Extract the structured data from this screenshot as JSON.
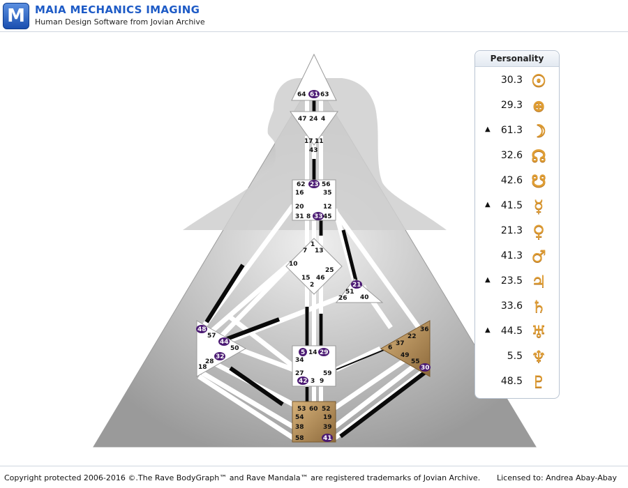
{
  "app": {
    "title": "MAIA MECHANICS IMAGING",
    "subtitle": "Human Design Software from Jovian Archive",
    "logo_letter": "M"
  },
  "panel": {
    "title": "Personality",
    "rows": [
      {
        "marker": "",
        "value": "30.3",
        "planet": "sun-icon",
        "glyph": "☉"
      },
      {
        "marker": "",
        "value": "29.3",
        "planet": "earth-icon",
        "glyph": "⊕"
      },
      {
        "marker": "▲",
        "value": "61.3",
        "planet": "moon-icon",
        "glyph": "☽"
      },
      {
        "marker": "",
        "value": "32.6",
        "planet": "north-node-icon",
        "glyph": "☊"
      },
      {
        "marker": "",
        "value": "42.6",
        "planet": "south-node-icon",
        "glyph": "☋"
      },
      {
        "marker": "▲",
        "value": "41.5",
        "planet": "mercury-icon",
        "glyph": "☿"
      },
      {
        "marker": "",
        "value": "21.3",
        "planet": "venus-icon",
        "glyph": "♀"
      },
      {
        "marker": "",
        "value": "41.3",
        "planet": "mars-icon",
        "glyph": "♂"
      },
      {
        "marker": "▲",
        "value": "23.5",
        "planet": "jupiter-icon",
        "glyph": "♃"
      },
      {
        "marker": "",
        "value": "33.6",
        "planet": "saturn-icon",
        "glyph": "♄"
      },
      {
        "marker": "▲",
        "value": "44.5",
        "planet": "uranus-icon",
        "glyph": "♅"
      },
      {
        "marker": "",
        "value": "5.5",
        "planet": "neptune-icon",
        "glyph": "♆"
      },
      {
        "marker": "",
        "value": "48.5",
        "planet": "pluto-icon",
        "glyph": "♇"
      }
    ]
  },
  "bodygraph": {
    "gates": {
      "g64": "64",
      "g61": "61",
      "g63": "63",
      "g47": "47",
      "g24": "24",
      "g4": "4",
      "g17": "17",
      "g11": "11",
      "g43": "43",
      "g62": "62",
      "g23": "23",
      "g56": "56",
      "g16": "16",
      "g35": "35",
      "g20": "20",
      "g12": "12",
      "g31": "31",
      "g8": "8",
      "g33": "33",
      "g45": "45",
      "g1": "1",
      "g7": "7",
      "g13": "13",
      "g10": "10",
      "g25": "25",
      "g15": "15",
      "g46": "46",
      "g2": "2",
      "g21": "21",
      "g51": "51",
      "g26": "26",
      "g40": "40",
      "g48": "48",
      "g57": "57",
      "g44": "44",
      "g50": "50",
      "g32": "32",
      "g28": "28",
      "g18": "18",
      "g36": "36",
      "g22": "22",
      "g37": "37",
      "g6": "6",
      "g49": "49",
      "g55": "55",
      "g30": "30",
      "g5": "5",
      "g14": "14",
      "g29": "29",
      "g34": "34",
      "g27": "27",
      "g59": "59",
      "g42": "42",
      "g3": "3",
      "g9": "9",
      "g53": "53",
      "g60": "60",
      "g52": "52",
      "g54": "54",
      "g19": "19",
      "g38": "38",
      "g39": "39",
      "g58": "58",
      "g41": "41"
    },
    "colors": {
      "active": "#4b1a73",
      "defined_center": "#b08a4e"
    }
  },
  "footer": {
    "copyright": "Copyright protected 2006-2016 ©.The Rave BodyGraph™ and Rave Mandala™ are registered trademarks of Jovian Archive.",
    "license": "Licensed to: Andrea Abay-Abay"
  }
}
